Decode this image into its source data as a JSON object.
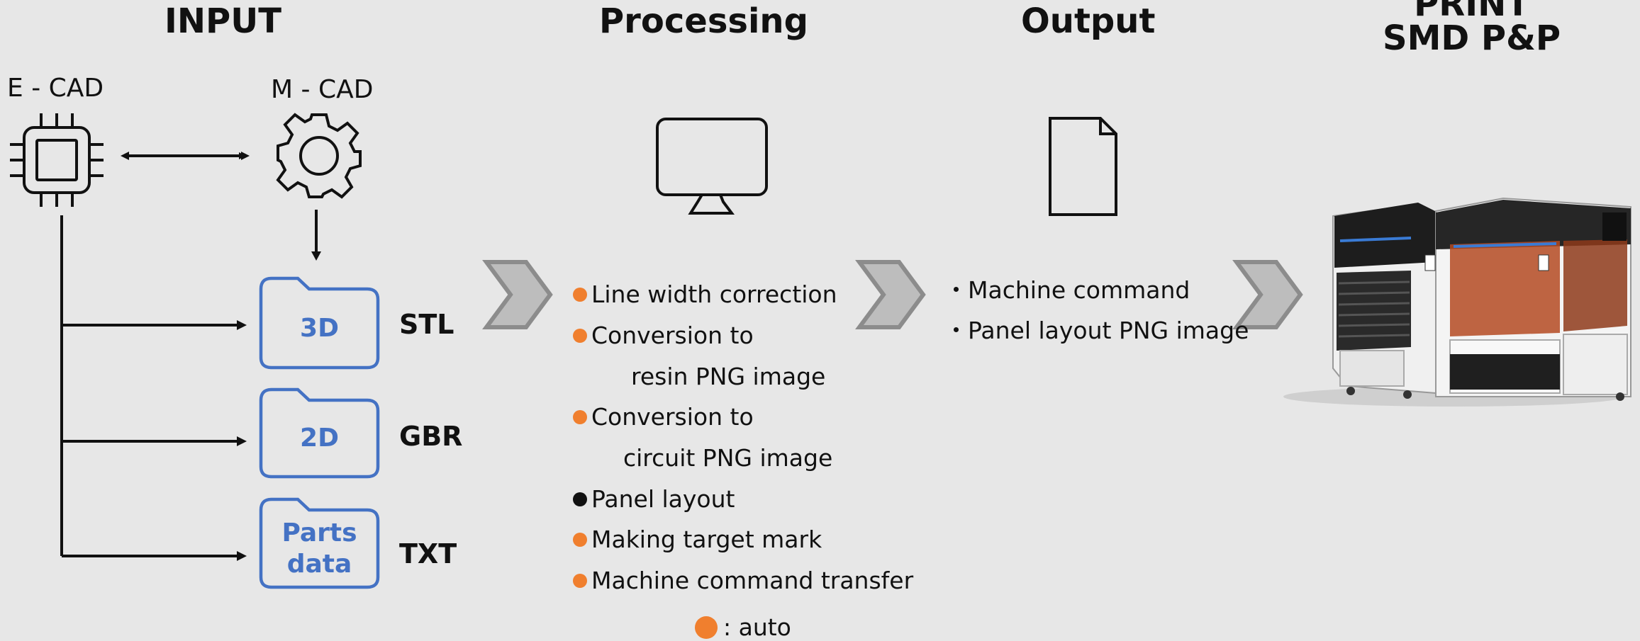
{
  "headings": {
    "input": "INPUT",
    "processing": "Processing",
    "output": "Output",
    "print_line1": "PRINT",
    "print_line2": "SMD P&P"
  },
  "sources": {
    "ecad": "E - CAD",
    "mcad": "M - CAD"
  },
  "files": [
    {
      "folder_line1": "3D",
      "folder_line2": "",
      "type": "STL"
    },
    {
      "folder_line1": "2D",
      "folder_line2": "",
      "type": "GBR"
    },
    {
      "folder_line1": "Parts",
      "folder_line2": "data",
      "type": "TXT"
    }
  ],
  "processing": {
    "items": [
      {
        "text": "Line width correction",
        "marker": "orange"
      },
      {
        "text": "Conversion to",
        "marker": "orange"
      },
      {
        "text": "resin PNG image",
        "marker": "none"
      },
      {
        "text": "Conversion to",
        "marker": "orange"
      },
      {
        "text": "circuit PNG image",
        "marker": "none"
      },
      {
        "text": "Panel layout",
        "marker": "black"
      },
      {
        "text": "Making target mark",
        "marker": "orange"
      },
      {
        "text": "Machine command transfer",
        "marker": "orange"
      }
    ],
    "legend": ": auto"
  },
  "output": {
    "items": [
      "・Machine command",
      "・Panel layout PNG  image"
    ]
  },
  "colors": {
    "background": "#e7e7e7",
    "folder_blue": "#4472c4",
    "auto_orange": "#f07f2e",
    "chevron_gray": "#bdbdbd",
    "chevron_edge": "#8c8c8c"
  },
  "icons": {
    "ecad": "chip-icon",
    "mcad": "gear-icon",
    "processing": "monitor-icon",
    "output": "document-icon",
    "machine": "smd-machine-image"
  }
}
